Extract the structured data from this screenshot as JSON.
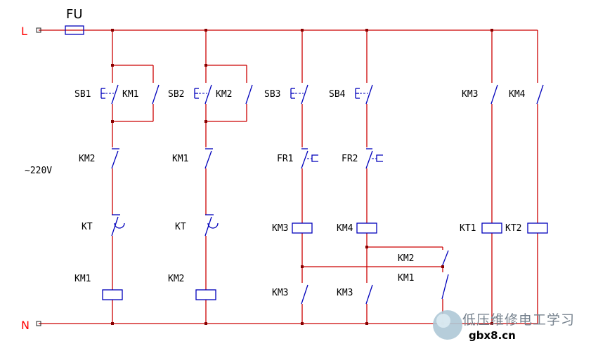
{
  "labels": {
    "fuse": "FU",
    "line": "L",
    "neutral": "N",
    "voltage": "~220V"
  },
  "branch1": {
    "button": "SB1",
    "seal_contact": "KM1",
    "nc_contact": "KM2",
    "timer_contact": "KT",
    "coil": "KM1"
  },
  "branch2": {
    "button": "SB2",
    "seal_contact": "KM2",
    "nc_contact": "KM1",
    "timer_contact": "KT",
    "coil": "KM2"
  },
  "branch3": {
    "button": "SB3",
    "overload_contact": "FR1",
    "coil": "KM3",
    "no_contact": "KM3"
  },
  "branch4": {
    "button": "SB4",
    "overload_contact": "FR2",
    "coil": "KM4",
    "no_contact": "KM3"
  },
  "interlink": {
    "upper_contact": "KM2",
    "lower_contact": "KM1"
  },
  "branch5": {
    "no_contact": "KM3",
    "coil": "KT1"
  },
  "branch6": {
    "no_contact": "KM4",
    "coil": "KT2"
  },
  "watermark": {
    "text": "低压维修电工学习",
    "site": "gbx8.cn"
  },
  "colors": {
    "wire": "#cc0000",
    "symbol": "#0000bb",
    "label": "#000000",
    "rail_label": "#ff0000",
    "dot": "#880000"
  }
}
